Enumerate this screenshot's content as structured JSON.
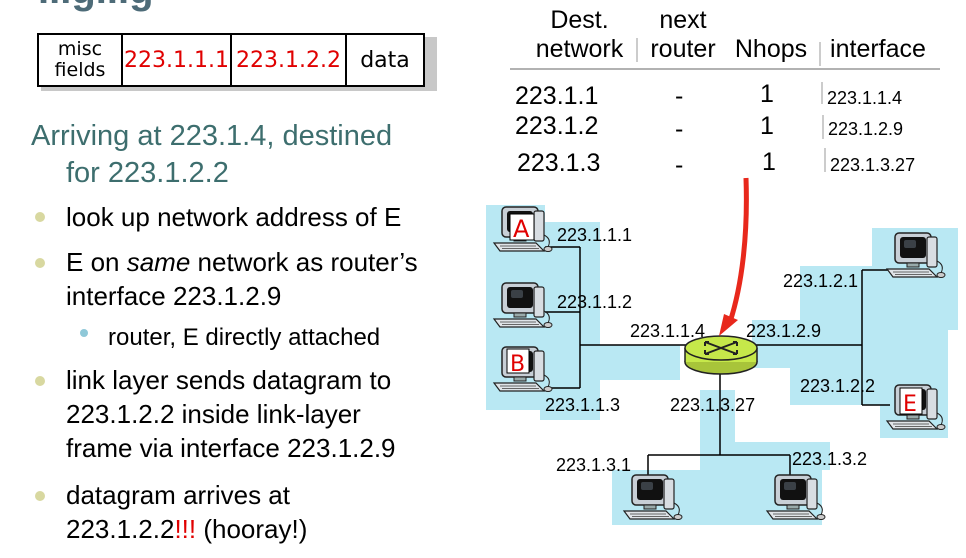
{
  "slide_title_fragment": "...g...g",
  "packet": {
    "misc_line1": "misc",
    "misc_line2": "fields",
    "src": "223.1.1.1",
    "dst": "223.1.2.2",
    "data": "data"
  },
  "heading_line1": "Arriving at 223.1.4, destined",
  "heading_line2": "for 223.1.2.2",
  "bullets": [
    {
      "text": "look up network address of E"
    },
    {
      "pre": "E on ",
      "em": "same",
      "post": " network as router’s",
      "line2": "interface 223.1.2.9"
    },
    {
      "sub": "router, E directly attached"
    },
    {
      "line1": "link layer sends datagram to",
      "line2": "223.1.2.2 inside link-layer",
      "line3": "frame via interface 223.1.2.9"
    },
    {
      "line1": "datagram arrives at",
      "line2_pre": "223.1.2.2",
      "line2_red": "!!!",
      "line2_post": " (hooray!)"
    }
  ],
  "routing_table": {
    "headers": {
      "dest_line1": "Dest.",
      "dest_line2": "network",
      "next_line1": "next",
      "next_line2": "router",
      "nhops": "Nhops",
      "interface": "interface"
    },
    "rows": [
      {
        "dest": "223.1.1",
        "next": "-",
        "nhops": "1",
        "iface": "223.1.1.4"
      },
      {
        "dest": "223.1.2",
        "next": "-",
        "nhops": "1",
        "iface": "223.1.2.9"
      },
      {
        "dest": "223.1.3",
        "next": "-",
        "nhops": "1",
        "iface": "223.1.3.27"
      }
    ]
  },
  "network": {
    "hosts": {
      "A": {
        "label": "A",
        "ip": "223.1.1.1"
      },
      "A2": {
        "ip": "223.1.1.2"
      },
      "B": {
        "label": "B",
        "ip": "223.1.1.3"
      },
      "R2": {
        "ip": "223.1.2.1"
      },
      "E": {
        "label": "E",
        "ip": "223.1.2.2"
      },
      "C1": {
        "ip": "223.1.3.1"
      },
      "C2": {
        "ip": "223.1.3.2"
      }
    },
    "router_ifaces": {
      "if1": "223.1.1.4",
      "if2": "223.1.2.9",
      "if3": "223.1.3.27"
    },
    "colors": {
      "subnet": "#b9e8f3",
      "router_fill": "#c6e84a",
      "arrow": "#e8281c",
      "packet_red": "#e00000"
    }
  }
}
